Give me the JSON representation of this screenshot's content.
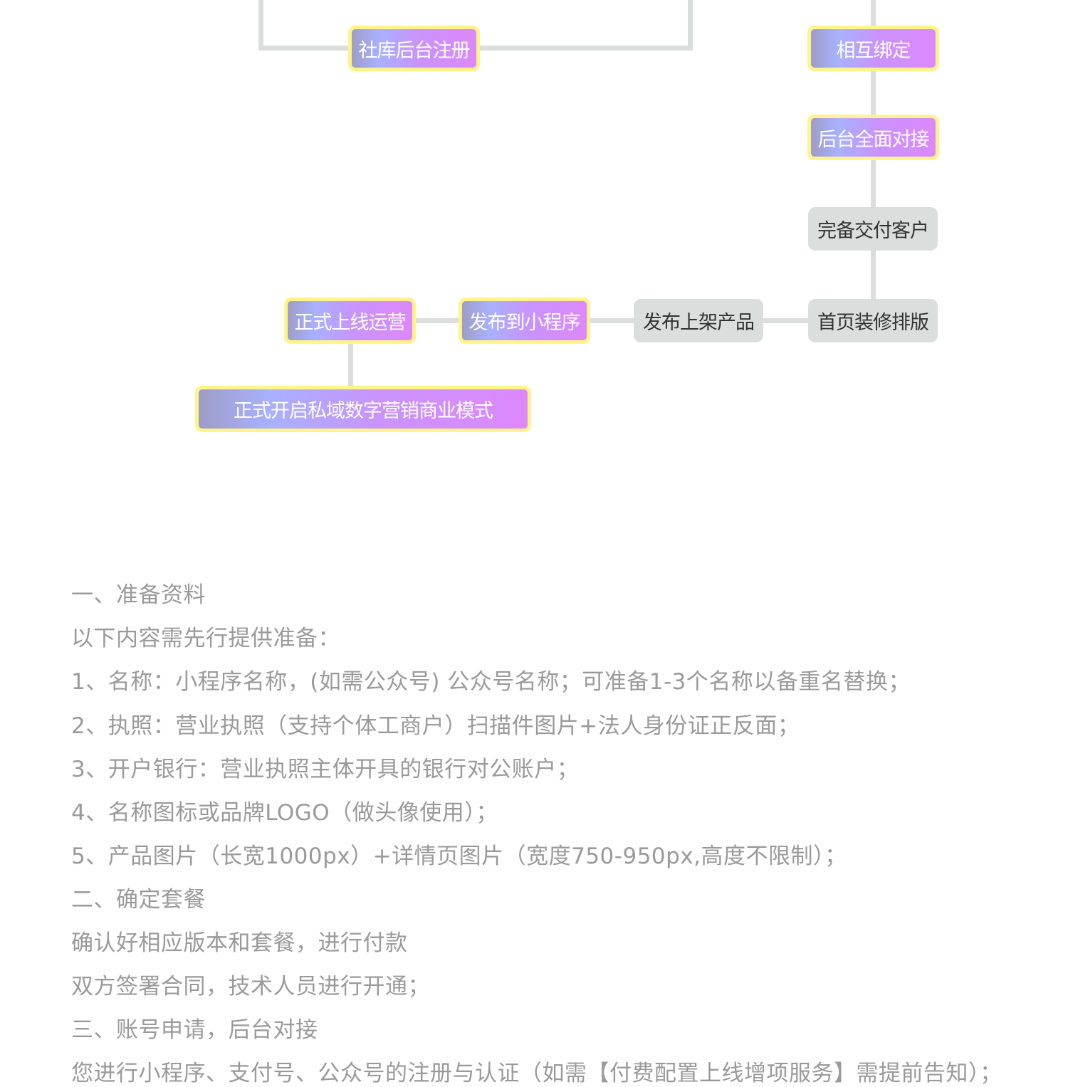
{
  "flow": {
    "nodes": [
      "社库后台注册",
      "相互绑定",
      "后台全面对接",
      "完备交付客户",
      "首页装修排版",
      "发布上架产品",
      "发布到小程序",
      "正式上线运营",
      "正式开启私域数字营销商业模式"
    ]
  },
  "content": {
    "lines": [
      "一、准备资料",
      "以下内容需先行提供准备：",
      "1、名称：小程序名称，(如需公众号) 公众号名称；可准备1-3个名称以备重名替换；",
      "2、执照：营业执照（支持个体工商户）扫描件图片+法人身份证正反面；",
      "3、开户银行：营业执照主体开具的银行对公账户；",
      "4、名称图标或品牌LOGO（做头像使用）；",
      "5、产品图片（长宽1000px）+详情页图片（宽度750-950px,高度不限制）；",
      "二、确定套餐",
      "确认好相应版本和套餐，进行付款",
      "双方签署合同，技术人员进行开通；",
      "三、账号申请，后台对接",
      "您进行小程序、支付号、公众号的注册与认证（如需【付费配置上线增项服务】需提前告知）；"
    ]
  }
}
